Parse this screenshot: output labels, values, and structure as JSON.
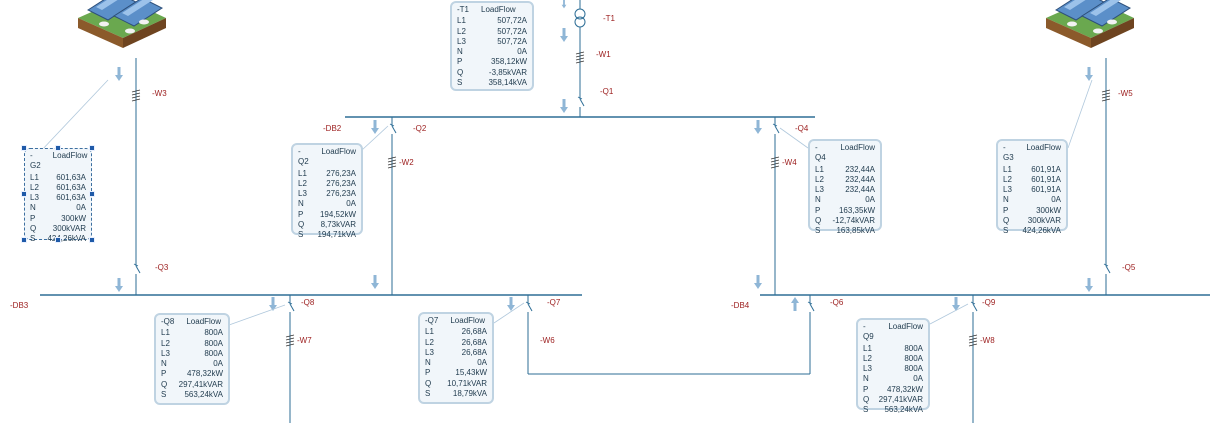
{
  "labels": {
    "T1_sym": "-T1",
    "W1": "-W1",
    "Q1": "-Q1",
    "DB2": "-DB2",
    "Q2": "-Q2",
    "W2": "-W2",
    "Q4": "-Q4",
    "W4": "-W4",
    "W3": "-W3",
    "Q3": "-Q3",
    "DB3": "-DB3",
    "Q8": "-Q8",
    "W7": "-W7",
    "Q7": "-Q7",
    "W6": "-W6",
    "DB4": "-DB4",
    "Q6": "-Q6",
    "Q9": "-Q9",
    "W8": "-W8",
    "W5": "-W5",
    "Q5": "-Q5"
  },
  "loadflow_boxes": [
    {
      "id": "T1",
      "name": "-T1",
      "title": "LoadFlow",
      "rows": [
        [
          "L1",
          "507,72A"
        ],
        [
          "L2",
          "507,72A"
        ],
        [
          "L3",
          "507,72A"
        ],
        [
          "N",
          "0A"
        ],
        [
          "P",
          "358,12kW"
        ],
        [
          "Q",
          "-3,85kVAR"
        ],
        [
          "S",
          "358,14kVA"
        ]
      ]
    },
    {
      "id": "G2",
      "name": "-G2",
      "title": "LoadFlow",
      "rows": [
        [
          "L1",
          "601,63A"
        ],
        [
          "L2",
          "601,63A"
        ],
        [
          "L3",
          "601,63A"
        ],
        [
          "N",
          "0A"
        ],
        [
          "P",
          "300kW"
        ],
        [
          "Q",
          "300kVAR"
        ],
        [
          "S",
          "424,26kVA"
        ]
      ]
    },
    {
      "id": "Q2",
      "name": "-Q2",
      "title": "LoadFlow",
      "rows": [
        [
          "L1",
          "276,23A"
        ],
        [
          "L2",
          "276,23A"
        ],
        [
          "L3",
          "276,23A"
        ],
        [
          "N",
          "0A"
        ],
        [
          "P",
          "194,52kW"
        ],
        [
          "Q",
          "8,73kVAR"
        ],
        [
          "S",
          "194,71kVA"
        ]
      ]
    },
    {
      "id": "Q4",
      "name": "-Q4",
      "title": "LoadFlow",
      "rows": [
        [
          "L1",
          "232,44A"
        ],
        [
          "L2",
          "232,44A"
        ],
        [
          "L3",
          "232,44A"
        ],
        [
          "N",
          "0A"
        ],
        [
          "P",
          "163,35kW"
        ],
        [
          "Q",
          "-12,74kVAR"
        ],
        [
          "S",
          "163,85kVA"
        ]
      ]
    },
    {
      "id": "G3",
      "name": "-G3",
      "title": "LoadFlow",
      "rows": [
        [
          "L1",
          "601,91A"
        ],
        [
          "L2",
          "601,91A"
        ],
        [
          "L3",
          "601,91A"
        ],
        [
          "N",
          "0A"
        ],
        [
          "P",
          "300kW"
        ],
        [
          "Q",
          "300kVAR"
        ],
        [
          "S",
          "424,26kVA"
        ]
      ]
    },
    {
      "id": "Q8",
      "name": "-Q8",
      "title": "LoadFlow",
      "rows": [
        [
          "L1",
          "800A"
        ],
        [
          "L2",
          "800A"
        ],
        [
          "L3",
          "800A"
        ],
        [
          "N",
          "0A"
        ],
        [
          "P",
          "478,32kW"
        ],
        [
          "Q",
          "297,41kVAR"
        ],
        [
          "S",
          "563,24kVA"
        ]
      ]
    },
    {
      "id": "Q7",
      "name": "-Q7",
      "title": "LoadFlow",
      "rows": [
        [
          "L1",
          "26,68A"
        ],
        [
          "L2",
          "26,68A"
        ],
        [
          "L3",
          "26,68A"
        ],
        [
          "N",
          "0A"
        ],
        [
          "P",
          "15,43kW"
        ],
        [
          "Q",
          "10,71kVAR"
        ],
        [
          "S",
          "18,79kVA"
        ]
      ]
    },
    {
      "id": "Q9",
      "name": "-Q9",
      "title": "LoadFlow",
      "rows": [
        [
          "L1",
          "800A"
        ],
        [
          "L2",
          "800A"
        ],
        [
          "L3",
          "800A"
        ],
        [
          "N",
          "0A"
        ],
        [
          "P",
          "478,32kW"
        ],
        [
          "Q",
          "297,41kVAR"
        ],
        [
          "S",
          "563,24kVA"
        ]
      ]
    }
  ],
  "colors": {
    "bus": "#2e6e96",
    "label": "#9b1c1c",
    "arrow": "#8fb6d6",
    "box_border": "#bfd3e2",
    "box_fill": "#f1f6fa"
  }
}
